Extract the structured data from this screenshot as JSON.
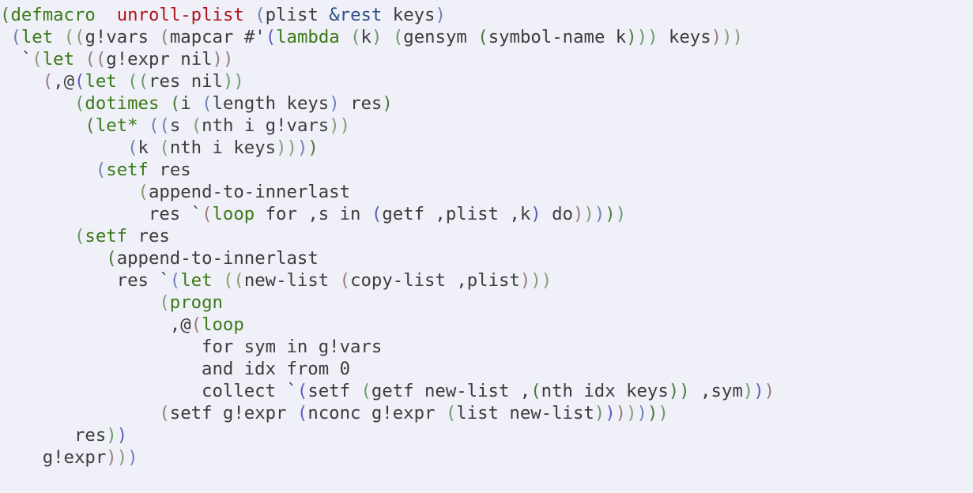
{
  "editor": {
    "lines": [
      [
        [
          "p1",
          "("
        ],
        [
          "kw",
          "defmacro"
        ],
        [
          "",
          "  "
        ],
        [
          "fn",
          "unroll-plist"
        ],
        [
          "",
          " "
        ],
        [
          "p2",
          "("
        ],
        [
          "",
          "plist "
        ],
        [
          "lk",
          "&rest"
        ],
        [
          "",
          " keys"
        ],
        [
          "p2",
          ")"
        ]
      ],
      [
        [
          "",
          " "
        ],
        [
          "p2",
          "("
        ],
        [
          "kw",
          "let"
        ],
        [
          "",
          " "
        ],
        [
          "p3",
          "(("
        ],
        [
          "",
          "g!vars "
        ],
        [
          "p4",
          "("
        ],
        [
          "",
          "mapcar #'"
        ],
        [
          "p5",
          "("
        ],
        [
          "kw",
          "lambda"
        ],
        [
          "",
          " "
        ],
        [
          "p6",
          "("
        ],
        [
          "",
          "k"
        ],
        [
          "p6",
          ")"
        ],
        [
          "",
          " "
        ],
        [
          "p6",
          "("
        ],
        [
          "",
          "gensym "
        ],
        [
          "p1",
          "("
        ],
        [
          "",
          "symbol-name k"
        ],
        [
          "p1",
          ")"
        ],
        [
          "p6",
          "))"
        ],
        [
          "",
          " keys"
        ],
        [
          "p4",
          ")"
        ],
        [
          "p3",
          "))"
        ]
      ],
      [
        [
          "",
          "  `"
        ],
        [
          "p3",
          "("
        ],
        [
          "kw",
          "let"
        ],
        [
          "",
          " "
        ],
        [
          "p4",
          "(("
        ],
        [
          "",
          "g!expr nil"
        ],
        [
          "p4",
          "))"
        ]
      ],
      [
        [
          "",
          "    "
        ],
        [
          "p4",
          "("
        ],
        [
          "",
          ",@"
        ],
        [
          "p5",
          "("
        ],
        [
          "kw",
          "let"
        ],
        [
          "",
          " "
        ],
        [
          "p6",
          "(("
        ],
        [
          "",
          "res nil"
        ],
        [
          "p6",
          "))"
        ]
      ],
      [
        [
          "",
          "       "
        ],
        [
          "p6",
          "("
        ],
        [
          "kw",
          "dotimes"
        ],
        [
          "",
          " "
        ],
        [
          "p1",
          "("
        ],
        [
          "",
          "i "
        ],
        [
          "p2",
          "("
        ],
        [
          "",
          "length keys"
        ],
        [
          "p2",
          ")"
        ],
        [
          "",
          " res"
        ],
        [
          "p1",
          ")"
        ]
      ],
      [
        [
          "",
          "        "
        ],
        [
          "p1",
          "("
        ],
        [
          "kw",
          "let*"
        ],
        [
          "",
          " "
        ],
        [
          "p2",
          "(("
        ],
        [
          "",
          "s "
        ],
        [
          "p3",
          "("
        ],
        [
          "",
          "nth i g!vars"
        ],
        [
          "p3",
          "))"
        ]
      ],
      [
        [
          "",
          "            "
        ],
        [
          "p2",
          "("
        ],
        [
          "",
          "k "
        ],
        [
          "p3",
          "("
        ],
        [
          "",
          "nth i keys"
        ],
        [
          "p3",
          "))"
        ],
        [
          "p2",
          ")"
        ],
        [
          "p1",
          ")"
        ]
      ],
      [
        [
          "",
          "         "
        ],
        [
          "p2",
          "("
        ],
        [
          "kw",
          "setf"
        ],
        [
          "",
          " res"
        ]
      ],
      [
        [
          "",
          "             "
        ],
        [
          "p3",
          "("
        ],
        [
          "",
          "append-to-innerlast"
        ]
      ],
      [
        [
          "",
          "              res `"
        ],
        [
          "p4",
          "("
        ],
        [
          "kw",
          "loop"
        ],
        [
          "",
          " for ,s in "
        ],
        [
          "p5",
          "("
        ],
        [
          "",
          "getf ,plist ,k"
        ],
        [
          "p5",
          ")"
        ],
        [
          "",
          " do"
        ],
        [
          "p4",
          ")"
        ],
        [
          "p3",
          ")"
        ],
        [
          "p2",
          ")"
        ],
        [
          "p1",
          ")"
        ],
        [
          "p6",
          ")"
        ]
      ],
      [
        [
          "",
          "       "
        ],
        [
          "p6",
          "("
        ],
        [
          "kw",
          "setf"
        ],
        [
          "",
          " res"
        ]
      ],
      [
        [
          "",
          "          "
        ],
        [
          "p1",
          "("
        ],
        [
          "",
          "append-to-innerlast"
        ]
      ],
      [
        [
          "",
          "           res `"
        ],
        [
          "p2",
          "("
        ],
        [
          "kw",
          "let"
        ],
        [
          "",
          " "
        ],
        [
          "p3",
          "(("
        ],
        [
          "",
          "new-list "
        ],
        [
          "p4",
          "("
        ],
        [
          "",
          "copy-list ,plist"
        ],
        [
          "p4",
          ")"
        ],
        [
          "p3",
          "))"
        ]
      ],
      [
        [
          "",
          "               "
        ],
        [
          "p3",
          "("
        ],
        [
          "kw",
          "progn"
        ]
      ],
      [
        [
          "",
          "                ,@"
        ],
        [
          "p4",
          "("
        ],
        [
          "kw",
          "loop"
        ]
      ],
      [
        [
          "",
          "                   for sym in g!vars"
        ]
      ],
      [
        [
          "",
          "                   and idx from 0"
        ]
      ],
      [
        [
          "",
          "                   collect `"
        ],
        [
          "p5",
          "("
        ],
        [
          "",
          "setf "
        ],
        [
          "p6",
          "("
        ],
        [
          "",
          "getf new-list ,"
        ],
        [
          "p1",
          "("
        ],
        [
          "",
          "nth idx keys"
        ],
        [
          "p1",
          "))"
        ],
        [
          "",
          " ,sym"
        ],
        [
          "p6",
          ")"
        ],
        [
          "p5",
          ")"
        ],
        [
          "p4",
          ")"
        ]
      ],
      [
        [
          "",
          "               "
        ],
        [
          "p4",
          "("
        ],
        [
          "",
          "setf g!expr "
        ],
        [
          "p5",
          "("
        ],
        [
          "",
          "nconc g!expr "
        ],
        [
          "p6",
          "("
        ],
        [
          "",
          "list new-list"
        ],
        [
          "p6",
          ")"
        ],
        [
          "p5",
          ")"
        ],
        [
          "p4",
          ")"
        ],
        [
          "p3",
          ")"
        ],
        [
          "p2",
          ")"
        ],
        [
          "p1",
          ")"
        ],
        [
          "p6",
          ")"
        ]
      ],
      [
        [
          "",
          "       res"
        ],
        [
          "p6",
          ")"
        ],
        [
          "p5",
          ")"
        ]
      ],
      [
        [
          "",
          "    g!expr"
        ],
        [
          "p4",
          ")"
        ],
        [
          "p3",
          ")"
        ],
        [
          "p2",
          ")"
        ]
      ]
    ]
  }
}
